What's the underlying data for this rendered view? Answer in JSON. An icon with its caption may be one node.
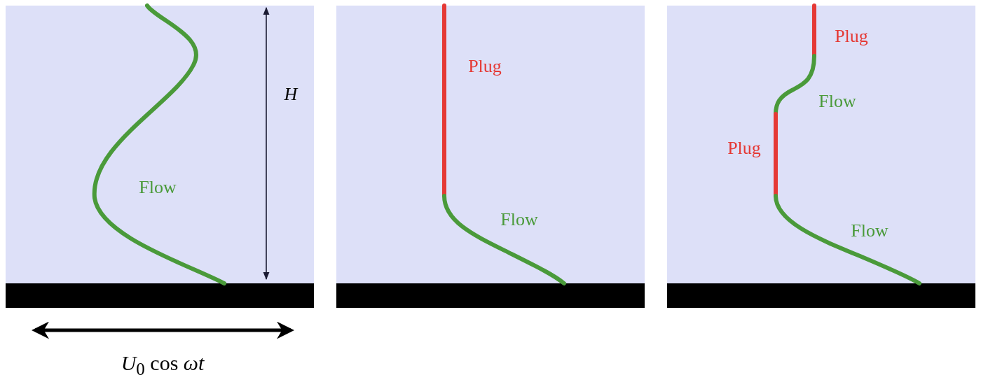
{
  "diagram": {
    "nodes": [
      {
        "text": [
          "H",
          "Flow"
        ]
      },
      {
        "text": [
          "Plug",
          "Flow"
        ]
      },
      {
        "text": [
          "Plug",
          "Flow",
          "Plug",
          "Flow"
        ]
      }
    ],
    "labels": [
      "*U*$_{0}$ cos *ωt*"
    ]
  }
}
